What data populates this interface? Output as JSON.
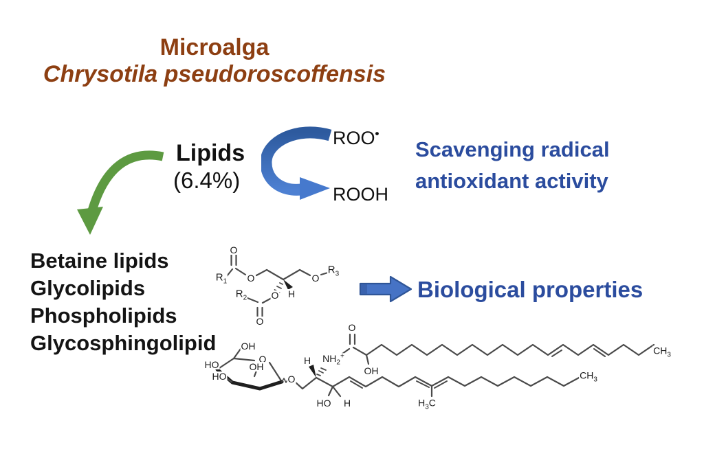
{
  "title": {
    "line1": "Microalga",
    "line2": "Chrysotila pseudoroscoffensis"
  },
  "source": {
    "label": "Lipids",
    "percent": "(6.4%)"
  },
  "radical_cycle": {
    "reactant": "ROO",
    "reactant_radical_dot": "•",
    "product": "ROOH"
  },
  "scavenging": {
    "line1": "Scavenging radical",
    "line2": "antioxidant activity"
  },
  "lipid_classes": [
    "Betaine lipids",
    "Glycolipids",
    "Phospholipids",
    "Glycosphingolipid"
  ],
  "biological": {
    "label": "Biological properties"
  },
  "glycerolipid_labels": {
    "o_top": "O",
    "o_ester": "O",
    "o_mid": "O",
    "o_bottom": "O",
    "o_right": "O",
    "h": "H",
    "r1": "R",
    "r1_sub": "1",
    "r2": "R",
    "r2_sub": "2",
    "r3": "R",
    "r3_sub": "3"
  },
  "sphingolipid_labels": {
    "oh_top": "OH",
    "ho_upper": "HO",
    "ho_lower": "HO",
    "oh_ring": "OH",
    "o_ring": "O",
    "o_glycosidic": "O",
    "h_c2": "H",
    "amine_base": "NH",
    "amine_sub": "2",
    "amine_sup": "+",
    "o_amide": "O",
    "oh_alpha": "OH",
    "ho_c3": "HO",
    "h_c3": "H",
    "methyl_branch_h": "H",
    "methyl_branch_sub": "3",
    "methyl_branch_c": "C",
    "terminal_ch3_top": "CH",
    "terminal_ch3_top_sub": "3",
    "terminal_ch3_bottom": "CH",
    "terminal_ch3_bottom_sub": "3"
  },
  "colors": {
    "brown": "#8d3f12",
    "blue_text": "#2b4c9e",
    "arrow_blue": "#4673c5",
    "arrow_blue_dark": "#2f5597",
    "arrow_green": "#5d9a41",
    "structure_gray": "#4a4a4a",
    "text_black": "#161616"
  }
}
